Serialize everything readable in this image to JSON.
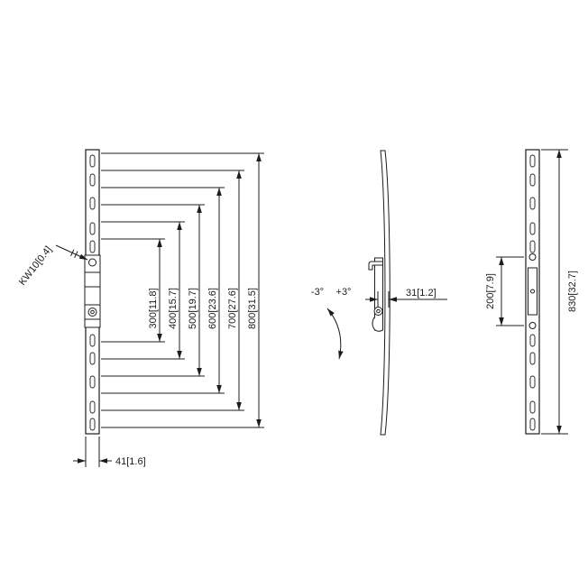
{
  "colors": {
    "line": "#1c1c1c",
    "background": "#ffffff"
  },
  "drawing": {
    "kw10_label": "KW10[0.4]",
    "bottom_width_label": "41[1.6]",
    "span_labels": [
      "300[11.8]",
      "400[15.7]",
      "500[19.7]",
      "600[23.6]",
      "700[27.6]",
      "800[31.5]"
    ],
    "angle_negative": "-3°",
    "angle_positive": "+3°",
    "depth_label": "31[1.2]",
    "hole_spacing_label": "200[7.9]",
    "height_label": "830[32.7]"
  }
}
